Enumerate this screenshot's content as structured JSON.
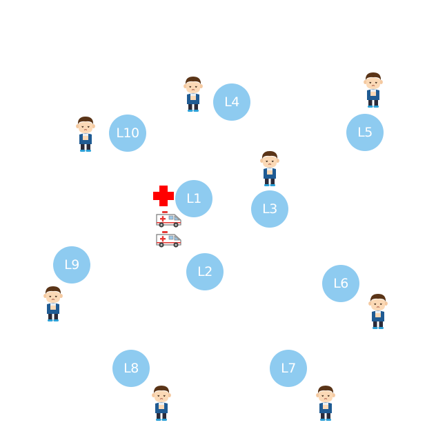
{
  "locations": [
    {
      "id": "L1",
      "label": "L1"
    },
    {
      "id": "L2",
      "label": "L2"
    },
    {
      "id": "L3",
      "label": "L3"
    },
    {
      "id": "L4",
      "label": "L4"
    },
    {
      "id": "L5",
      "label": "L5"
    },
    {
      "id": "L6",
      "label": "L6"
    },
    {
      "id": "L7",
      "label": "L7"
    },
    {
      "id": "L8",
      "label": "L8"
    },
    {
      "id": "L9",
      "label": "L9"
    },
    {
      "id": "L10",
      "label": "L10"
    }
  ],
  "icons": {
    "person": "patient-icon",
    "hospital": "red-cross-icon",
    "ambulance": "ambulance-icon"
  },
  "colors": {
    "node": "#8ecbf0",
    "node_text": "#ffffff",
    "cross": "#ff0000"
  }
}
